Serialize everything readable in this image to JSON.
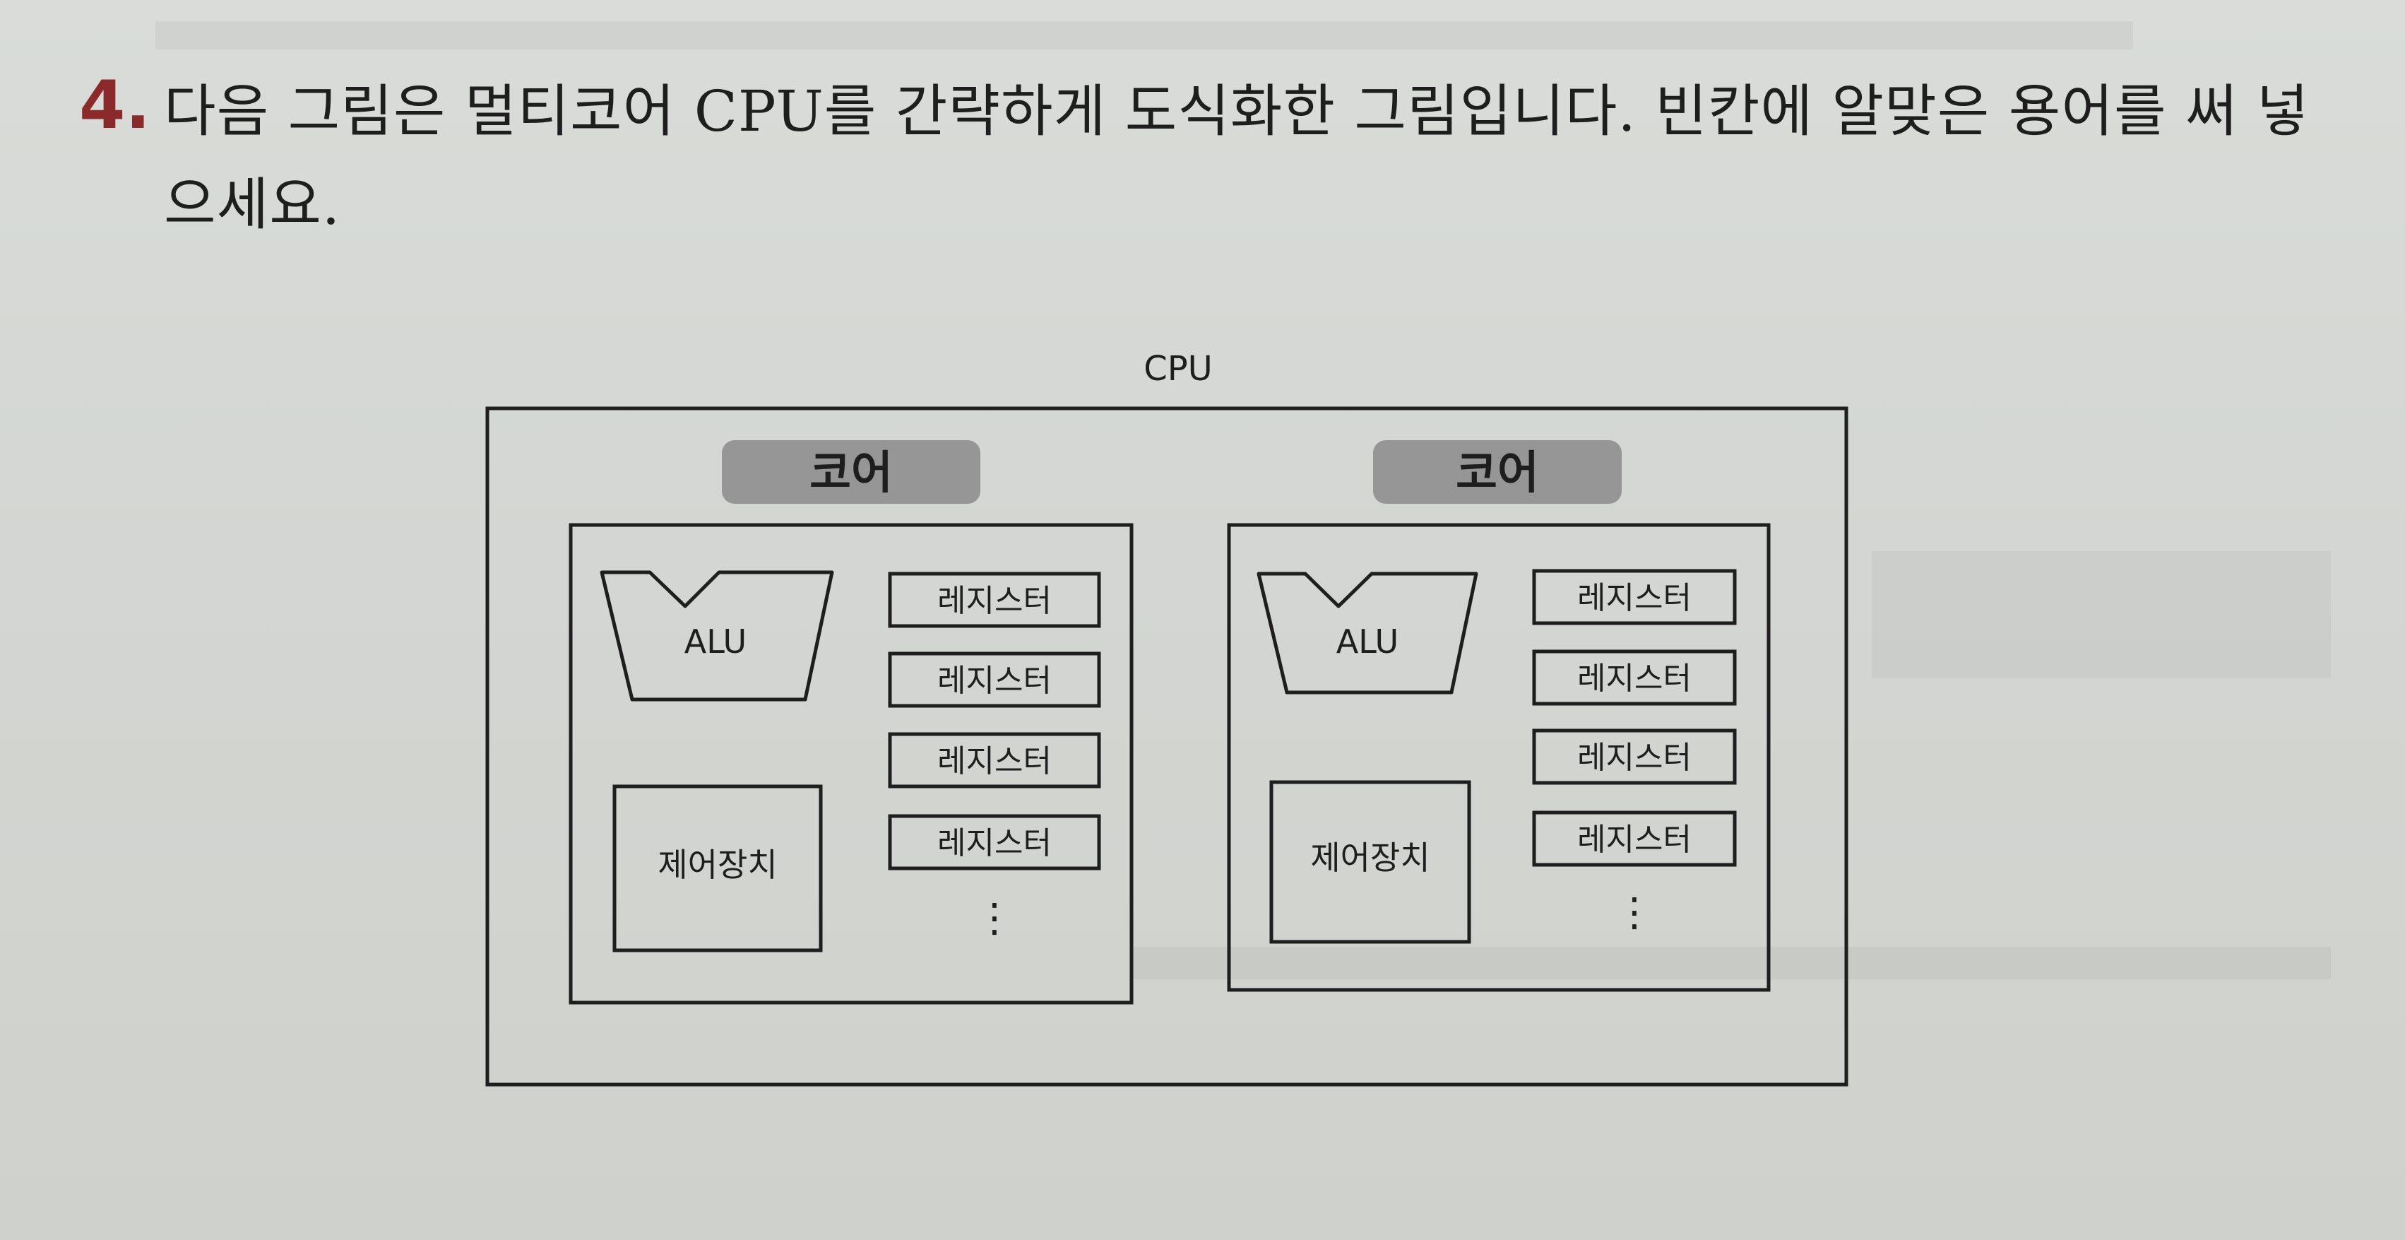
{
  "question": {
    "number": "4.",
    "text": "다음 그림은 멀티코어 CPU를 간략하게 도식화한 그림입니다. 빈칸에 알맞은 용어를 써 넣으세요."
  },
  "diagram": {
    "cpu_label": "CPU",
    "cores": [
      {
        "answer": "코어",
        "alu_label": "ALU",
        "control_label": "제어장치",
        "registers": [
          "레지스터",
          "레지스터",
          "레지스터",
          "레지스터"
        ],
        "more": "⋮"
      },
      {
        "answer": "코어",
        "alu_label": "ALU",
        "control_label": "제어장치",
        "registers": [
          "레지스터",
          "레지스터",
          "레지스터",
          "레지스터"
        ],
        "more": "⋮"
      }
    ]
  },
  "colors": {
    "question_number": "#8b2a2a",
    "handwriting": "#5b2b88",
    "blank_fill": "#8f8f8f",
    "line": "#1e1e1e"
  }
}
